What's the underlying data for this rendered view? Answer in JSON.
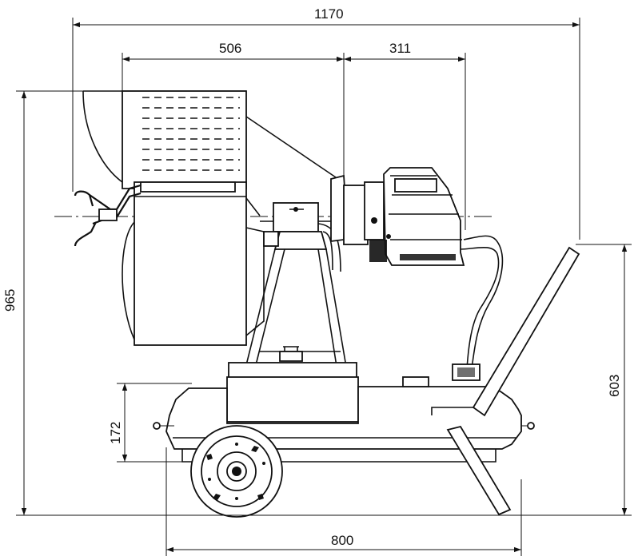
{
  "dimensions": {
    "overall_length": "1170",
    "drum_depth": "506",
    "motor_length": "311",
    "total_height": "965",
    "handle_height": "603",
    "tank_height": "172",
    "wheelbase": "800"
  }
}
